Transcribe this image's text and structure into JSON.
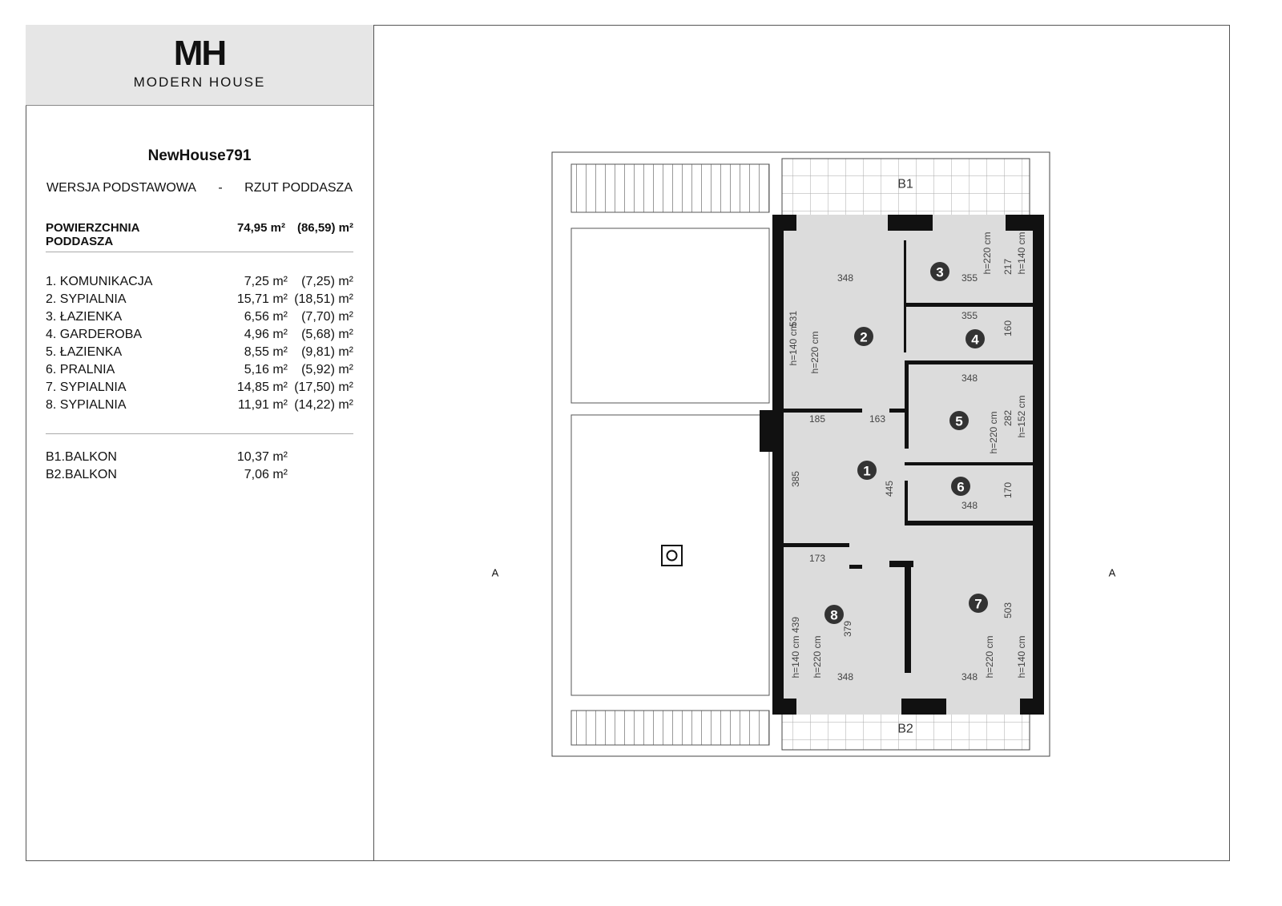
{
  "logo": {
    "mark": "MH",
    "brand": "MODERN HOUSE"
  },
  "title": "NewHouse791",
  "version": "WERSJA  PODSTAWOWA",
  "sep": "-",
  "view": "RZUT PODDASZA",
  "total": {
    "label": "POWIERZCHNIA PODDASZA",
    "area": "74,95 m²",
    "gross": "(86,59) m²"
  },
  "rooms": [
    {
      "name": "1.  KOMUNIKACJA",
      "area": "7,25 m²",
      "gross": "(7,25) m²"
    },
    {
      "name": "2.  SYPIALNIA",
      "area": "15,71 m²",
      "gross": "(18,51) m²"
    },
    {
      "name": "3.  ŁAZIENKA",
      "area": "6,56 m²",
      "gross": "(7,70) m²"
    },
    {
      "name": "4.  GARDEROBA",
      "area": "4,96 m²",
      "gross": "(5,68) m²"
    },
    {
      "name": "5.  ŁAZIENKA",
      "area": "8,55 m²",
      "gross": "(9,81) m²"
    },
    {
      "name": "6.  PRALNIA",
      "area": "5,16 m²",
      "gross": "(5,92) m²"
    },
    {
      "name": "7.  SYPIALNIA",
      "area": "14,85 m²",
      "gross": "(17,50) m²"
    },
    {
      "name": "8.  SYPIALNIA",
      "area": "11,91 m²",
      "gross": "(14,22) m²"
    }
  ],
  "balconies": [
    {
      "name": "B1.BALKON",
      "area": "10,37 m²"
    },
    {
      "name": "B2.BALKON",
      "area": "7,06 m²"
    }
  ],
  "plan": {
    "room_numbers": [
      "1",
      "2",
      "3",
      "4",
      "5",
      "6",
      "7",
      "8"
    ],
    "balcony_labels": [
      "B1",
      "B2"
    ],
    "section_label": "A",
    "dimensions": [
      "348",
      "355",
      "217",
      "h=220 cm",
      "h=140 cm",
      "355",
      "160",
      "531",
      "h=140 cm",
      "h=220 cm",
      "348",
      "185",
      "163",
      "h=220 cm",
      "282",
      "h=152 cm",
      "385",
      "445",
      "170",
      "348",
      "173",
      "439",
      "379",
      "503",
      "h=140 cm",
      "h=220 cm",
      "348",
      "h=220 cm",
      "h=140 cm",
      "348"
    ]
  }
}
